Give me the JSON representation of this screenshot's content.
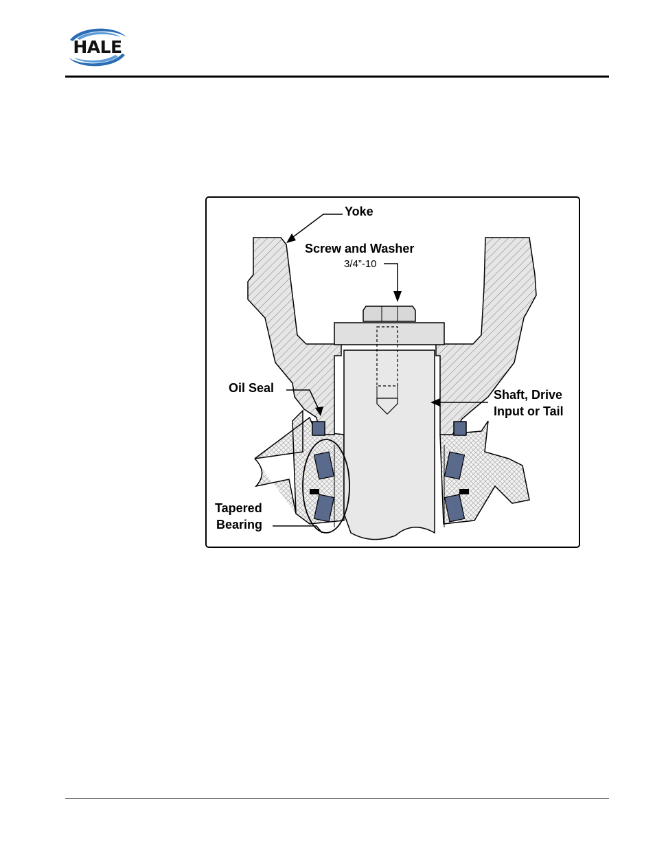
{
  "header": {
    "logo_text": "HALE",
    "logo_colors": {
      "swoosh": "#2a6db5",
      "swoosh_light": "#5b9bd8",
      "text": "#111111"
    }
  },
  "figure": {
    "labels": {
      "yoke": "Yoke",
      "screw_and_washer": "Screw and Washer",
      "thread_size": "3/4”-10",
      "oil_seal": "Oil Seal",
      "shaft_line1": "Shaft, Drive",
      "shaft_line2": "Input or Tail",
      "bearing_line1": "Tapered",
      "bearing_line2": "Bearing"
    },
    "colors": {
      "yoke_fill": "#e6e6e6",
      "shaft_fill": "#e8e8e8",
      "housing_fill": "#f2f2f2",
      "roller": "#5a6a8c",
      "line": "#000000"
    }
  }
}
